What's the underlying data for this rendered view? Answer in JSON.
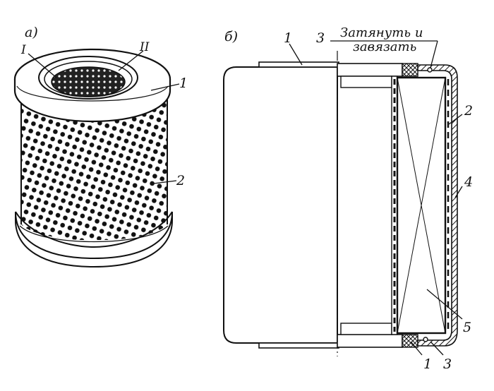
{
  "panel_a": {
    "marker": "а)",
    "labels": {
      "one": "1",
      "two": "2",
      "roman_one": "I",
      "roman_two": "II"
    }
  },
  "panel_b": {
    "marker": "б)",
    "labels": {
      "top_one": "1",
      "top_three": "3",
      "right_two": "2",
      "right_four": "4",
      "right_five": "5",
      "bottom_one": "1",
      "bottom_three": "3"
    },
    "note_line1": "Затянуть и",
    "note_line2": "завязать"
  }
}
